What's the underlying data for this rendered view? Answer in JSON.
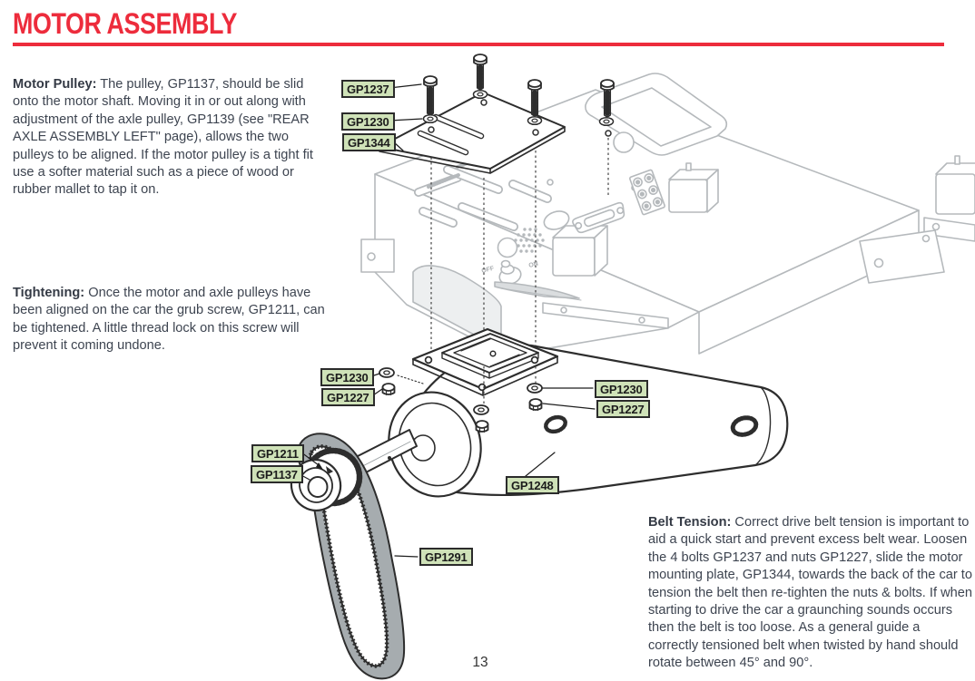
{
  "header": {
    "title": "MOTOR ASSEMBLY"
  },
  "paragraphs": {
    "motor_pulley": {
      "lead": "Motor Pulley:",
      "body": "The pulley, GP1137, should be slid onto the motor shaft. Moving it in or out along with adjustment of the axle pulley, GP1139  (see \"REAR AXLE ASSEMBLY LEFT\" page), allows the two pulleys to be aligned. If the motor pulley is a tight fit use a softer material such as a piece of wood or rubber mallet to tap it on."
    },
    "tightening": {
      "lead": "Tightening:",
      "body": "Once the motor and axle pulleys have been aligned on the car the grub screw, GP1211, can be tightened. A little thread lock on this screw will prevent it coming undone."
    },
    "belt_tension": {
      "lead": "Belt Tension:",
      "body": "Correct drive belt tension is important to aid a quick start and prevent excess belt wear. Loosen the 4 bolts GP1237 and nuts GP1227, slide the motor mounting plate, GP1344, towards the back of the car to tension the belt then re-tighten the nuts & bolts. If when starting to drive the car a graunching sounds occurs then the belt is too loose. As a general guide a correctly tensioned belt when twisted by hand should rotate between 45° and 90°."
    }
  },
  "diagram": {
    "labels": [
      {
        "text": "GP1237"
      },
      {
        "text": "GP1230"
      },
      {
        "text": "GP1344"
      },
      {
        "text": "GP1230"
      },
      {
        "text": "GP1227"
      },
      {
        "text": "GP1230"
      },
      {
        "text": "GP1227"
      },
      {
        "text": "GP1211"
      },
      {
        "text": "GP1137"
      },
      {
        "text": "GP1248"
      },
      {
        "text": "GP1291"
      }
    ],
    "switch": {
      "off": "OFF",
      "on": "ON"
    }
  },
  "footer": {
    "page_number": "13"
  },
  "colors": {
    "accent_red": "#ED2C3C",
    "label_fill": "#CFE2B8",
    "label_border": "#2B2B2B",
    "body_text": "#3D4450",
    "chassis_gray": "#B5B9BC",
    "part_line": "#2D2D2D",
    "belt_fill": "#A6ACAF"
  }
}
